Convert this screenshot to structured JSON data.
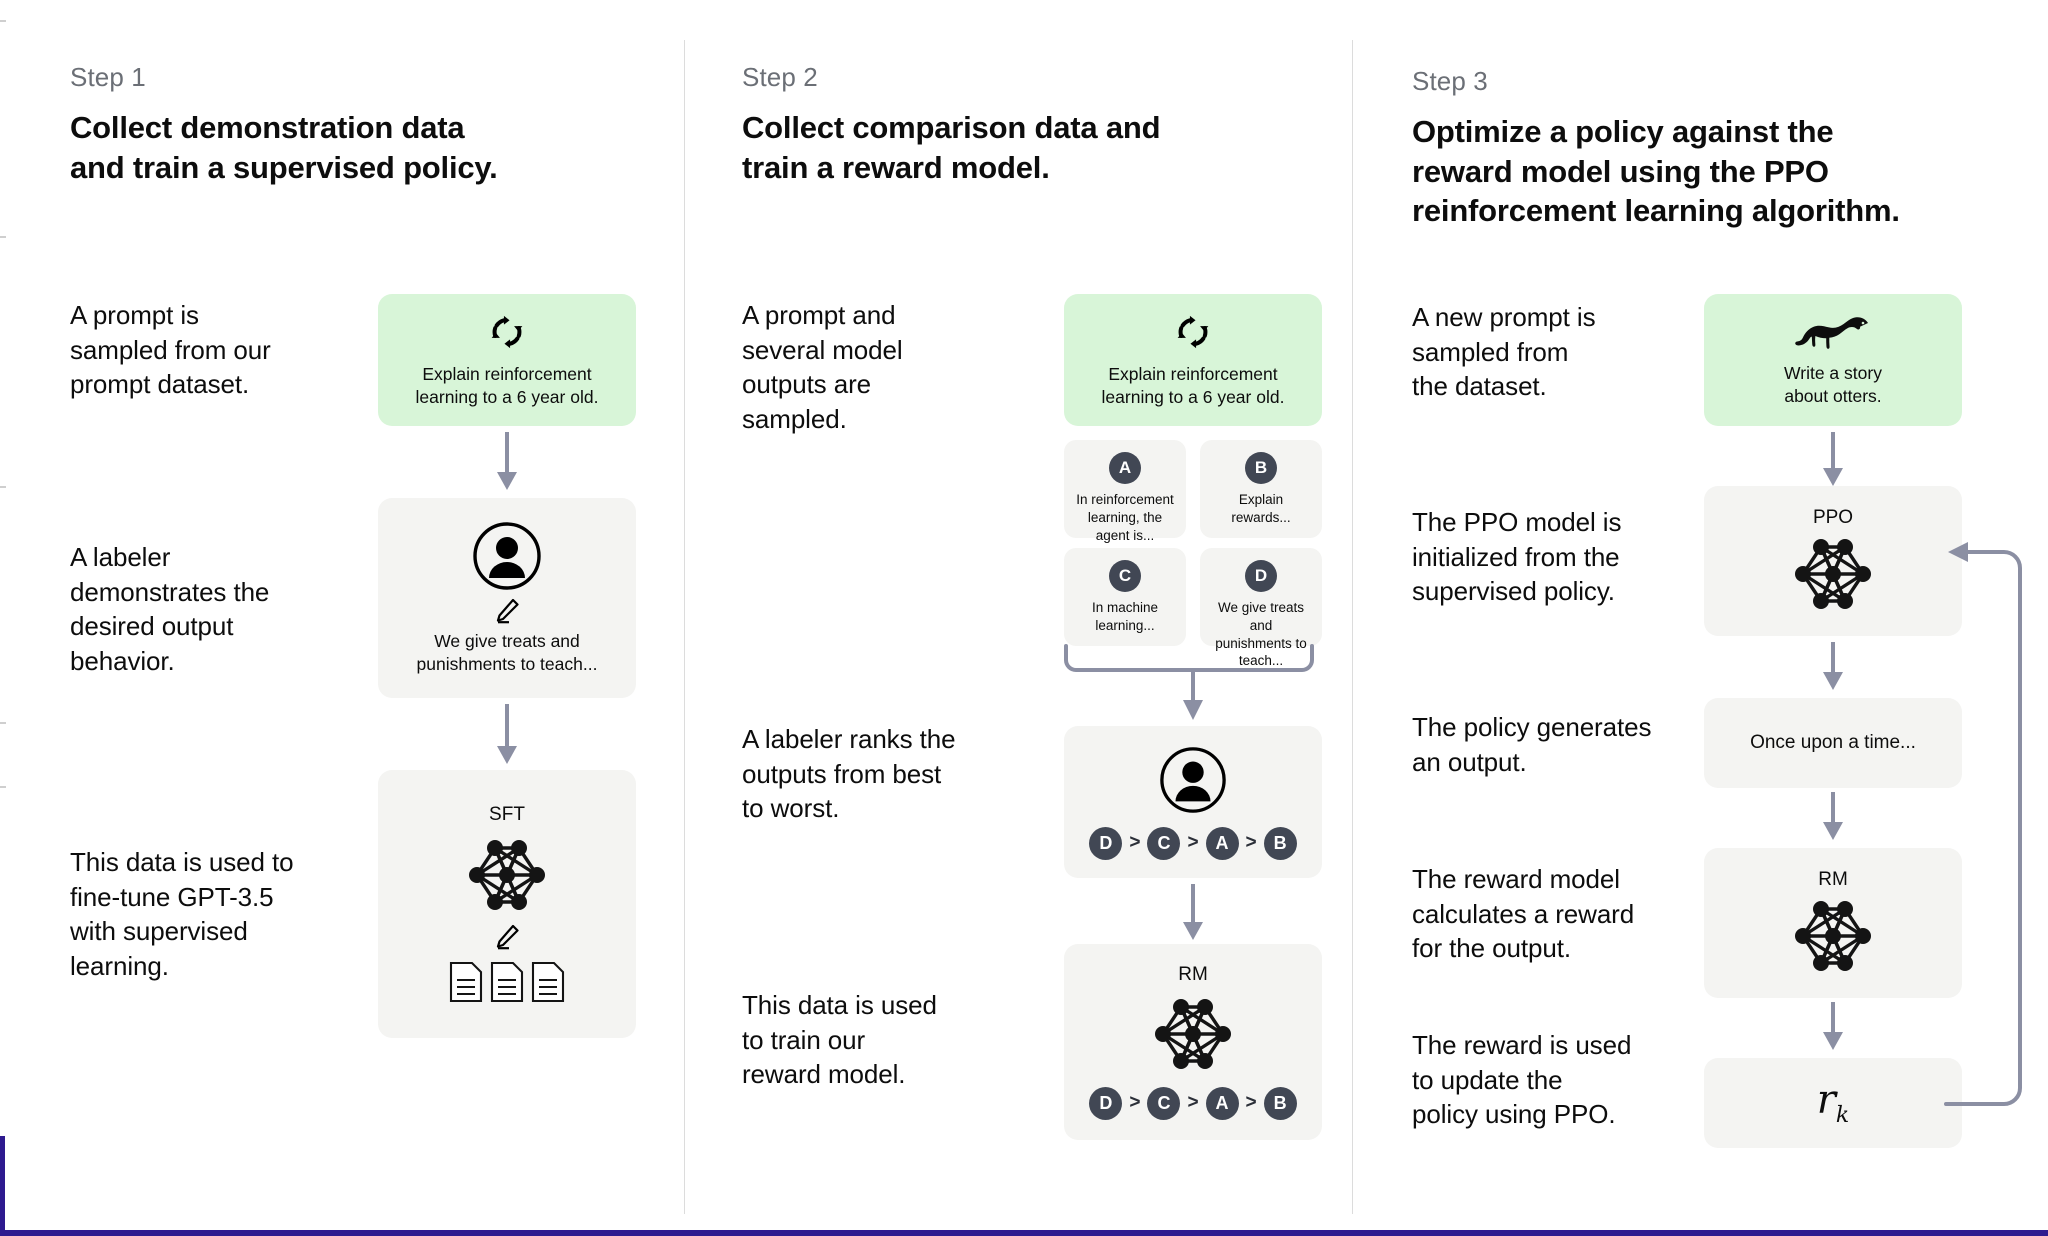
{
  "steps": [
    {
      "label": "Step 1",
      "title": "Collect demonstration data\nand train a supervised policy.",
      "title_lines": [
        "Collect demonstration data",
        "and train a supervised policy."
      ],
      "paragraphs": [
        "A prompt is\nsampled from our\nprompt dataset.",
        "A labeler\ndemonstrates the\ndesired output\nbehavior.",
        "This data is used to\nfine-tune GPT-3.5\nwith supervised\nlearning."
      ],
      "cards": {
        "prompt": {
          "icon": "cycle-arrows-icon",
          "caption": "Explain reinforcement\nlearning to a 6 year old.",
          "color": "#d8f5d8"
        },
        "labeler": {
          "icon": "person-circle-icon",
          "secondary_icon": "pencil-icon",
          "caption": "We give treats and\npunishments to teach..."
        },
        "model": {
          "title": "SFT",
          "icon": "neural-network-icon",
          "secondary_icon": "pencil-icon",
          "tertiary_icon": "documents-icon"
        }
      }
    },
    {
      "label": "Step 2",
      "title": "Collect comparison data and\ntrain a reward model.",
      "title_lines": [
        "Collect comparison data and",
        "train a reward model."
      ],
      "paragraphs": [
        "A prompt and\nseveral model\noutputs are\nsampled.",
        "A labeler ranks the\noutputs from best\nto worst.",
        "This data is used\nto train our\nreward model."
      ],
      "cards": {
        "prompt": {
          "icon": "cycle-arrows-icon",
          "caption": "Explain reinforcement\nlearning to a 6 year old.",
          "color": "#d8f5d8"
        },
        "outputs": [
          {
            "badge": "A",
            "caption": "In reinforcement\nlearning, the\nagent is..."
          },
          {
            "badge": "B",
            "caption": "Explain rewards..."
          },
          {
            "badge": "C",
            "caption": "In machine\nlearning..."
          },
          {
            "badge": "D",
            "caption": "We give treats and\npunishments to\nteach..."
          }
        ],
        "ranking": {
          "icon": "person-circle-icon",
          "order": [
            "D",
            "C",
            "A",
            "B"
          ],
          "separator": ">"
        },
        "model": {
          "title": "RM",
          "icon": "neural-network-icon",
          "order": [
            "D",
            "C",
            "A",
            "B"
          ],
          "separator": ">"
        }
      }
    },
    {
      "label": "Step 3",
      "title": "Optimize a policy against the\nreward model using the PPO\nreinforcement learning algorithm.",
      "title_lines": [
        "Optimize a policy against the",
        "reward model using the PPO",
        "reinforcement learning algorithm."
      ],
      "paragraphs": [
        "A new prompt is\nsampled from\nthe dataset.",
        "The PPO model is\ninitialized from the\nsupervised policy.",
        "The policy generates\nan output.",
        "The reward model\ncalculates a reward\nfor the output.",
        "The reward is used\nto update the\npolicy using PPO."
      ],
      "cards": {
        "prompt": {
          "icon": "otter-icon",
          "caption": "Write a story\nabout otters.",
          "color": "#d8f5d8"
        },
        "ppo": {
          "title": "PPO",
          "icon": "neural-network-icon"
        },
        "output": {
          "caption": "Once upon a time..."
        },
        "rm": {
          "title": "RM",
          "icon": "neural-network-icon"
        },
        "reward": {
          "symbol": "r",
          "subscript": "k"
        }
      }
    }
  ],
  "colors": {
    "card_bg": "#f4f4f2",
    "prompt_bg": "#d8f5d8",
    "badge_bg": "#414754",
    "arrow": "#8b8fa3",
    "divider": "#dcdcdc",
    "text": "#0d0d0d",
    "muted_text": "#6b6f76",
    "frame": "#2e1a8f"
  }
}
